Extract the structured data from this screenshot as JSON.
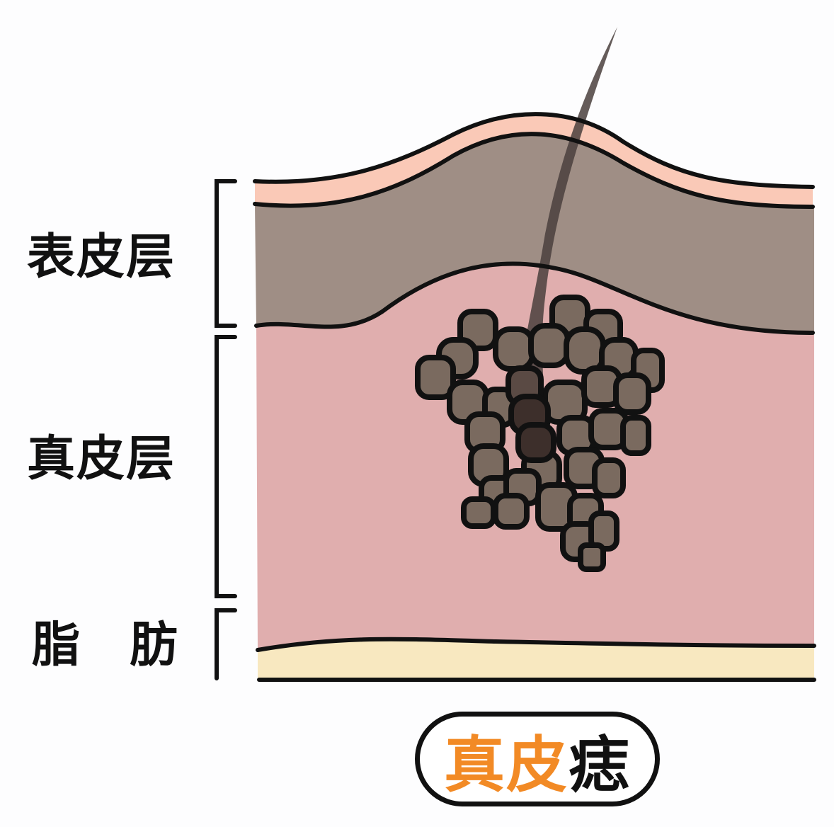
{
  "diagram": {
    "title": "真皮痣",
    "title_parts": {
      "highlight": "真皮",
      "rest": "痣"
    },
    "layers": [
      {
        "name": "表皮层",
        "role": "epidermis",
        "color": "#9f8e85"
      },
      {
        "name": "真皮层",
        "role": "dermis",
        "color": "#e0aeae"
      },
      {
        "name": "脂肪",
        "role": "fat",
        "color": "#f8e8c0",
        "chars": [
          "脂",
          "肪"
        ]
      }
    ],
    "surface_color": "#fac9b7",
    "nevus_cell_color": "#7a6a5f",
    "nevus_core_color": "#3d2f2b",
    "hair_color": "#5a5456",
    "outline_color": "#111111",
    "accent_color": "#f28a25"
  }
}
